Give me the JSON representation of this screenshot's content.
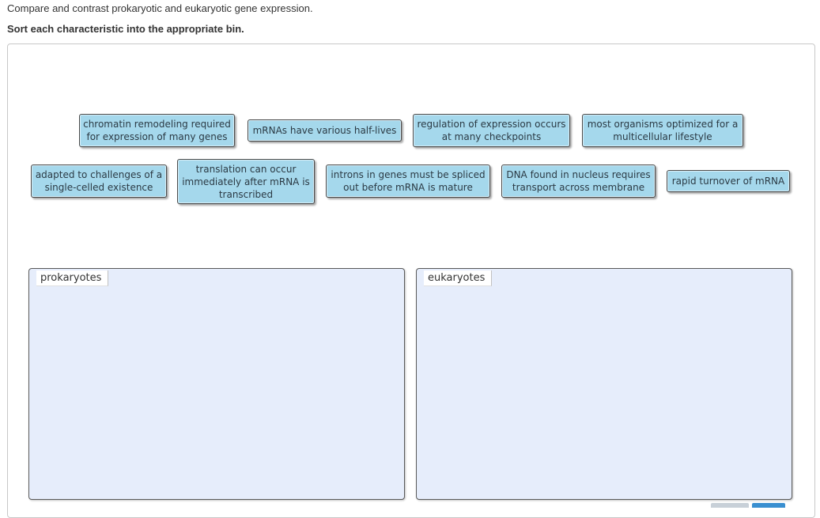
{
  "header": {
    "prompt": "Compare and contrast prokaryotic and eukaryotic gene expression.",
    "instruction": "Sort each characteristic into the appropriate bin."
  },
  "chips": [
    "chromatin remodeling required for expression of many genes",
    "mRNAs have various half-lives",
    "regulation of expression occurs at many checkpoints",
    "most organisms optimized for a multicellular lifestyle",
    "adapted to challenges of a single-celled existence",
    "translation can occur immediately after mRNA is transcribed",
    "introns in genes must be spliced out before mRNA is mature",
    "DNA found in nucleus requires transport across membrane",
    "rapid turnover of mRNA"
  ],
  "bins": {
    "prokaryotes": "prokaryotes",
    "eukaryotes": "eukaryotes"
  },
  "colors": {
    "chip_fill": "#a5d8ec",
    "bin_fill": "#e6edfb",
    "button_gray": "#c8d0d8",
    "button_blue": "#3a8fd0"
  }
}
